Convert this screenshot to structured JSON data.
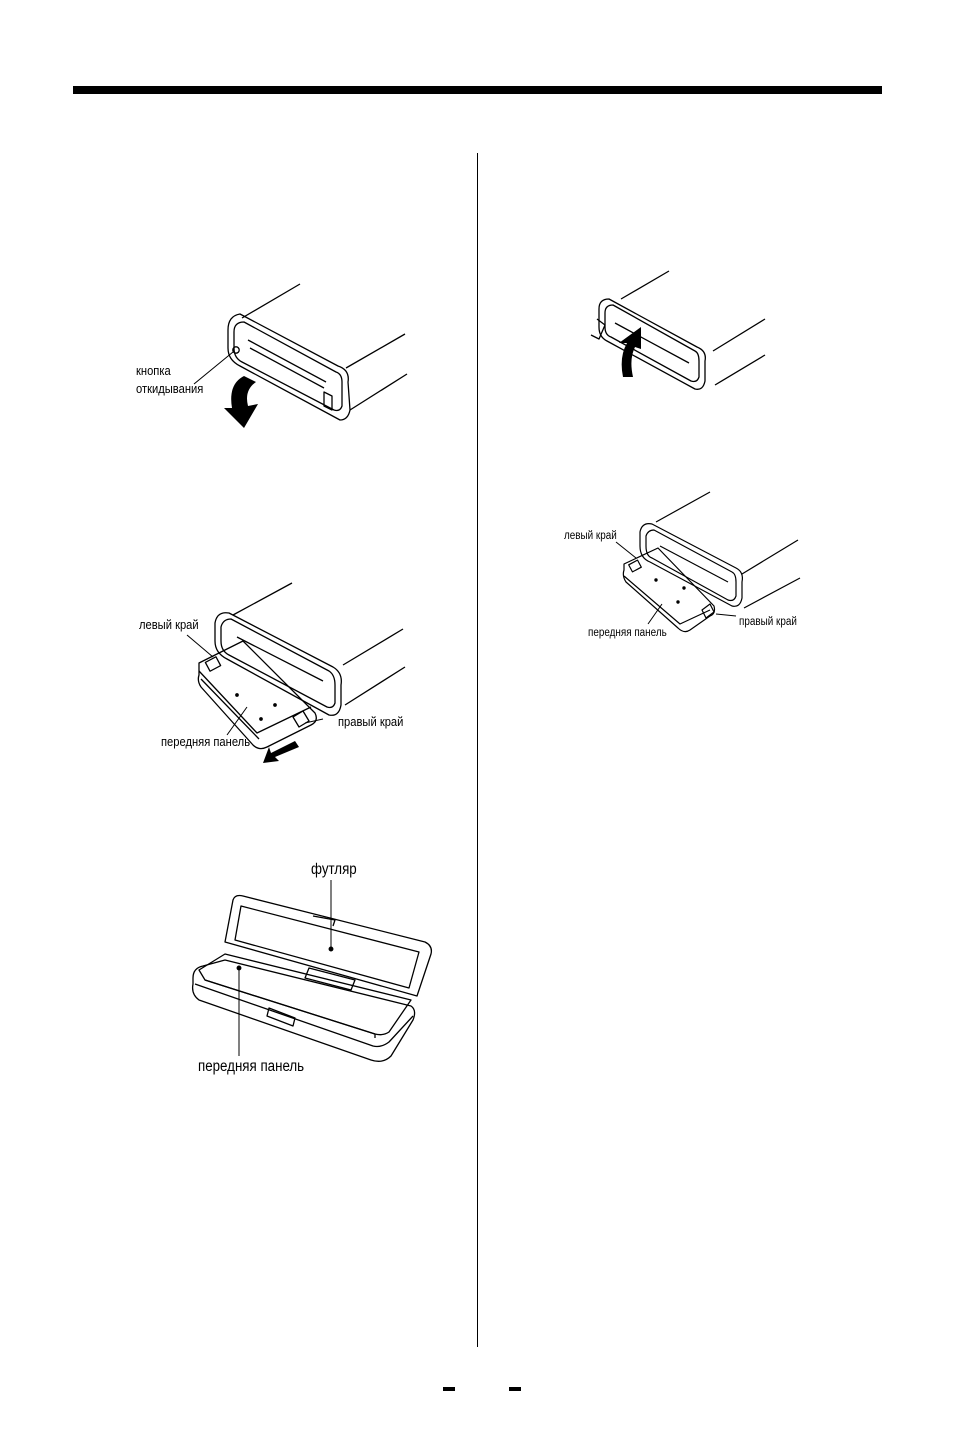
{
  "figures": {
    "open_panel": {
      "label_button_line1": "кнопка",
      "label_button_line2": "откидывания"
    },
    "detach_panel": {
      "label_left_edge": "левый край",
      "label_right_edge": "правый край",
      "label_front_panel": "передняя панель"
    },
    "case": {
      "label_case": "футляр",
      "label_front_panel": "передняя панель"
    },
    "attach_panel": {
      "label_left_edge": "левый край",
      "label_front_panel": "передняя панель",
      "label_right_edge": "правый край"
    }
  }
}
